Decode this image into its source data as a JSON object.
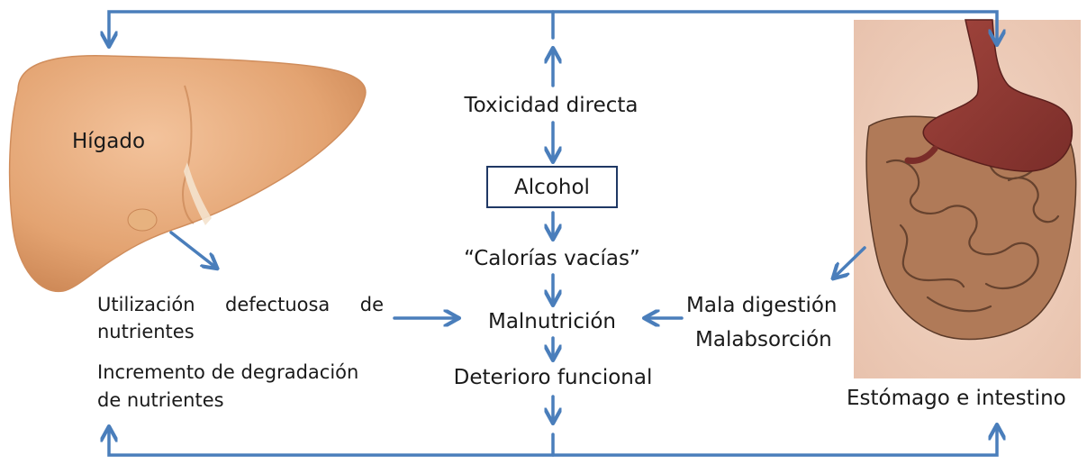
{
  "diagram": {
    "liver_label": "Hígado",
    "gi_label": "Estómago e intestino",
    "center": {
      "toxicity": "Toxicidad directa",
      "alcohol": "Alcohol",
      "empty_calories": "“Calorías vacías”",
      "malnutrition": "Malnutrición",
      "functional_decline": "Deterioro funcional"
    },
    "left_effects": {
      "utilization_words": [
        "Utilización",
        "defectuosa",
        "de"
      ],
      "utilization_line2": "nutrientes",
      "degradation_line1": "Incremento de degradación",
      "degradation_line2": "de nutrientes"
    },
    "right_effects": {
      "maldigestion": "Mala digestión",
      "malabsorption": "Malabsorción"
    },
    "colors": {
      "arrow": "#4a7ebb",
      "box_border": "#1f3864",
      "liver": "#e8a878",
      "stomach": "#8c3a34",
      "intestine": "#b07a58"
    }
  }
}
